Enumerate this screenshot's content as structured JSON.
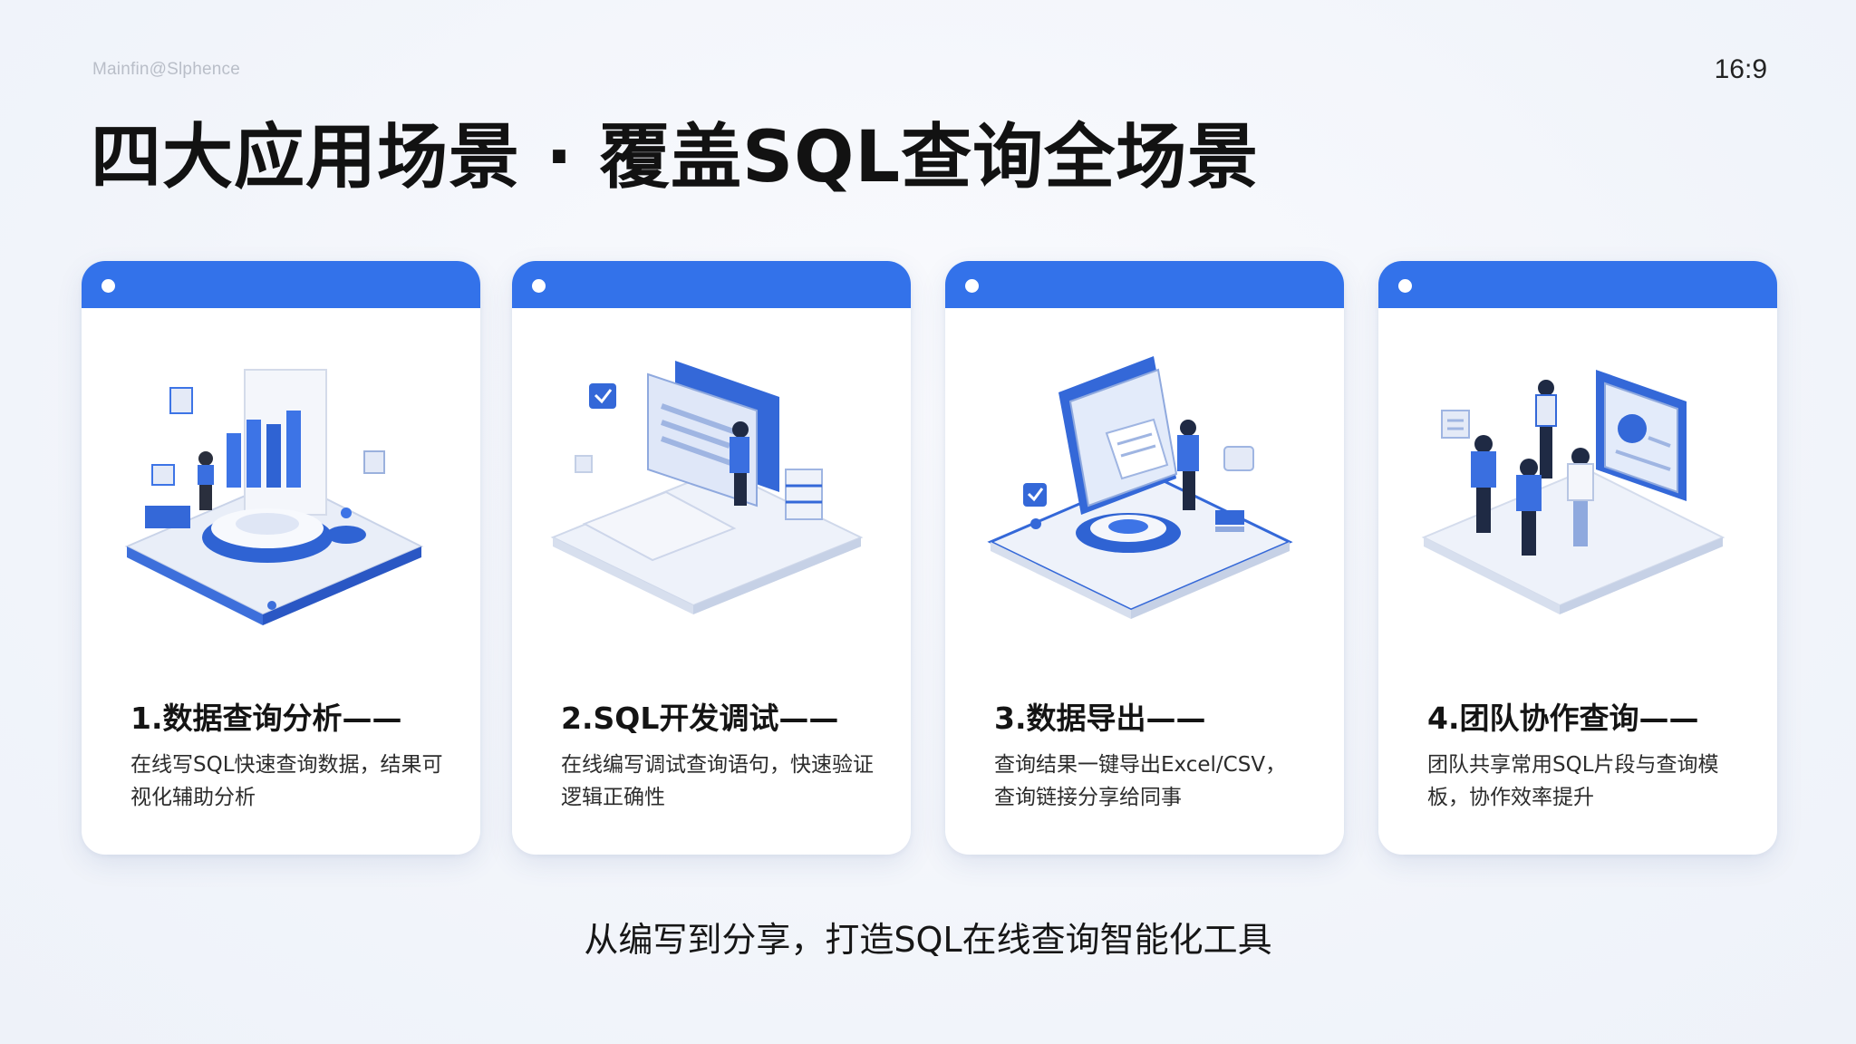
{
  "header": {
    "watermark": "Mainfin@Slphence",
    "ratio": "16:9",
    "title": "四大应用场景 · 覆盖SQL查询全场景"
  },
  "cards": [
    {
      "title": "1.数据查询分析——",
      "description": "在线写SQL快速查询数据，结果可视化辅助分析",
      "illustration": "data-analysis-illustration"
    },
    {
      "title": "2.SQL开发调试——",
      "description": "在线编写调试查询语句，快速验证逻辑正确性",
      "illustration": "sql-debug-illustration"
    },
    {
      "title": "3.数据导出——",
      "description": "查询结果一键导出Excel/CSV，查询链接分享给同事",
      "illustration": "data-export-illustration"
    },
    {
      "title": "4.团队协作查询——",
      "description": "团队共享常用SQL片段与查询模板，协作效率提升",
      "illustration": "team-collab-illustration"
    }
  ],
  "footer": {
    "tagline": "从编写到分享，打造SQL在线查询智能化工具"
  },
  "colors": {
    "accent": "#3372ea",
    "background": "#f3f6fb",
    "card": "#ffffff",
    "text": "#141414"
  }
}
